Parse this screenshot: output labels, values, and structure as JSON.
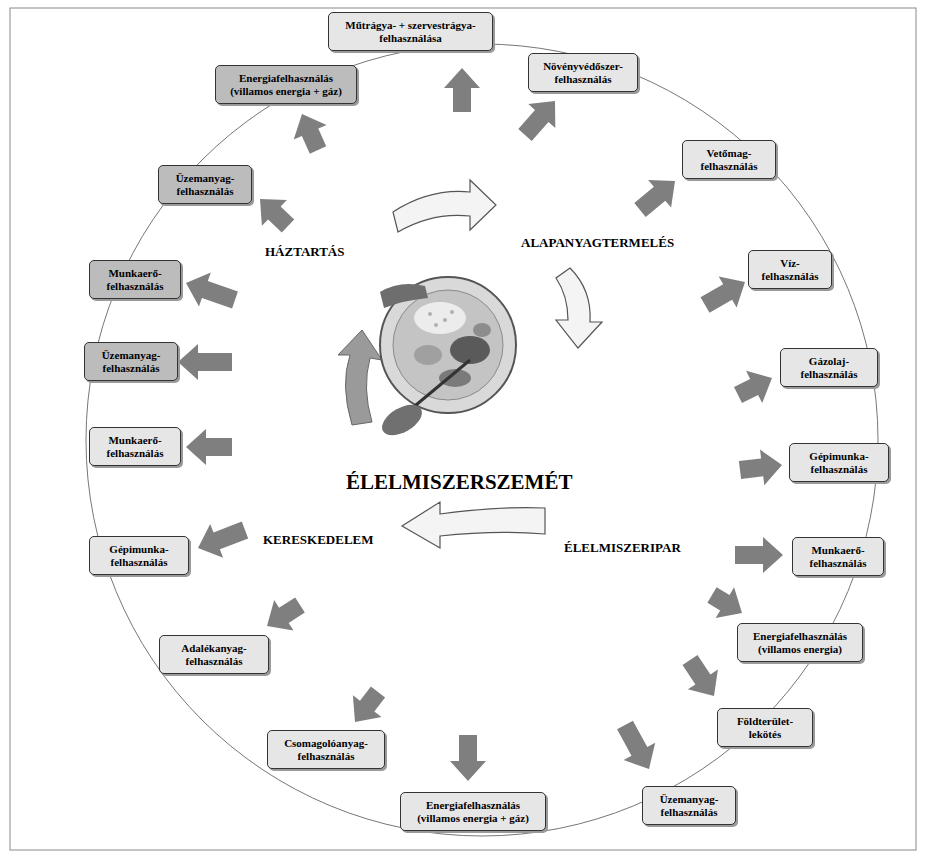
{
  "diagram": {
    "nodes": [
      {
        "text": [
          "Műtrágya- + szervestrágya- felhasználása"
        ]
      },
      {
        "text": [
          "Növényvédőszer- felhasználás"
        ]
      },
      {
        "text": [
          "Vetőmag- felhasználás"
        ]
      },
      {
        "text": [
          "Víz- felhasználás"
        ]
      },
      {
        "text": [
          "Gázolaj- felhasználás"
        ]
      },
      {
        "text": [
          "Gépimunka- felhasználás"
        ]
      },
      {
        "text": [
          "Munkaerő- felhasználás"
        ]
      },
      {
        "text": [
          "Energiafelhasználás (villamos energia)"
        ]
      },
      {
        "text": [
          "Földterület- lekötés"
        ]
      },
      {
        "text": [
          "Üzemanyag- felhasználás"
        ]
      },
      {
        "text": [
          "Energiafelhasználás (villamos energia + gáz)"
        ]
      },
      {
        "text": [
          "Csomagolóanyag- felhasználás"
        ]
      },
      {
        "text": [
          "Adalékanyag- felhasználás"
        ]
      },
      {
        "text": [
          "Gépimunka- felhasználás"
        ]
      },
      {
        "text": [
          "Munkaerő- felhasználás"
        ]
      },
      {
        "text": [
          "Üzemanyag- felhasználás"
        ]
      },
      {
        "text": [
          "Munkaerő- felhasználás"
        ]
      },
      {
        "text": [
          "Üzemanyag- felhasználás"
        ]
      },
      {
        "text": [
          "Energiafelhasználás (villamos energia + gáz)"
        ]
      }
    ],
    "labels": [
      "HÁZTARTÁS",
      "ALAPANYAGTERMELÉS",
      "ÉLELMISZERIPAR",
      "KERESKEDELEM",
      "ÉLELMISZERSZEMÉT"
    ]
  }
}
